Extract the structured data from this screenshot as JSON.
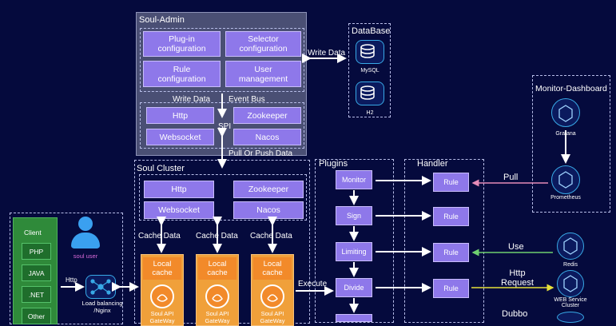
{
  "admin": {
    "title": "Soul-Admin",
    "boxes": [
      "Plug-in\nconfiguration",
      "Selector\nconfiguration",
      "Rule\nconfiguration",
      "User\nmanagement"
    ],
    "write_data": "Write Data",
    "event_bus": "Event Bus",
    "spi_boxes": [
      "Http",
      "Zookeeper",
      "Websocket",
      "Nacos"
    ],
    "spi_label": "SPI"
  },
  "database": {
    "title": "DataBase",
    "write_label": "Write Data",
    "items": [
      "MySQL",
      "H2"
    ]
  },
  "pull_push": "Pull Or Push Data",
  "cluster": {
    "title": "Soul Cluster",
    "boxes": [
      "Http",
      "Zookeeper",
      "Websocket",
      "Nacos"
    ],
    "cache_labels": [
      "Cache Data",
      "Cache Data",
      "Cache Data"
    ],
    "gateways": [
      {
        "cache": "Local\ncache",
        "name": "Soul API\nGateWay"
      },
      {
        "cache": "Local\ncache",
        "name": "Soul API\nGateWay"
      },
      {
        "cache": "Local\ncache",
        "name": "Soul API\nGateWay"
      }
    ]
  },
  "client": {
    "title": "Client",
    "items": [
      "PHP",
      "JAVA",
      ".NET",
      "Other"
    ],
    "http_label": "Http",
    "soul_user": "soul user",
    "lb_label": "Load balancing\n/Nginx"
  },
  "execute_label": "Execute",
  "plugins": {
    "title": "Plugins",
    "items": [
      "Monitor",
      "Sign",
      "Limiting",
      "Divide"
    ]
  },
  "handler": {
    "title": "Handler",
    "items": [
      "Rule",
      "Rule",
      "Rule",
      "Rule"
    ]
  },
  "monitor": {
    "title": "Monitor-Dashboard",
    "grafana": "Grafana",
    "prometheus": "Prometheus"
  },
  "right": {
    "pull": "Pull",
    "use": "Use",
    "http_request": "Http\nRequest",
    "dubbo": "Dubbo",
    "redis": "Redis",
    "web_service": "WEB Service\nCluster"
  },
  "colors": {
    "background": "#050a3d",
    "accent": "#8e78ea",
    "client_green": "#2f8a3a",
    "gateway_orange": "#f28a2a",
    "pull_arrow": "#e58bb8",
    "use_arrow": "#6fd06f",
    "http_arrow": "#e6e03a"
  }
}
